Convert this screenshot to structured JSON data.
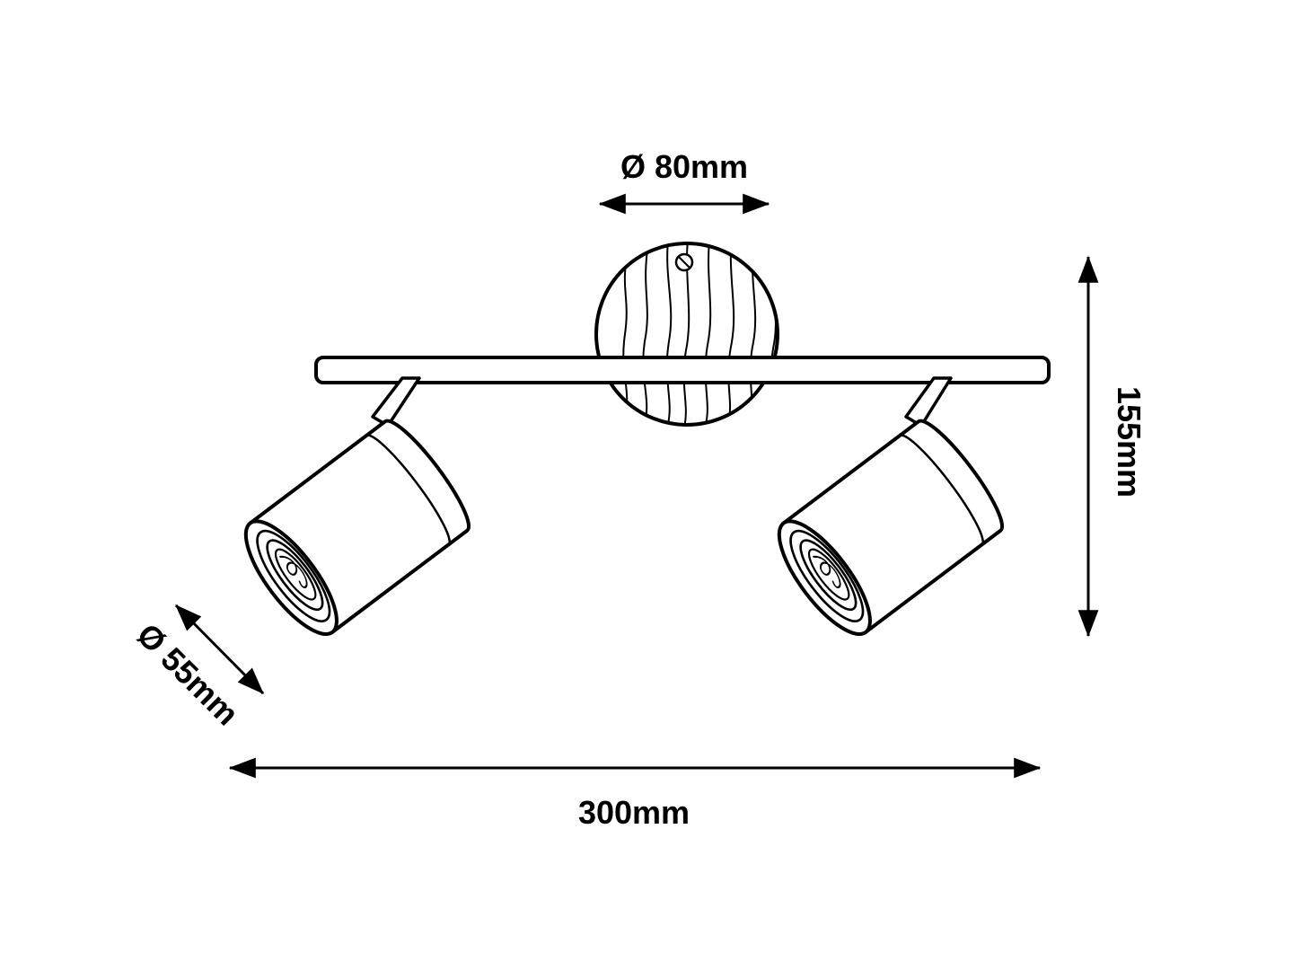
{
  "diagram": {
    "kind": "technical-dimension-drawing",
    "subject": "two-spot-ceiling-light",
    "colors": {
      "line": "#000000",
      "background": "#ffffff"
    },
    "dimensions": {
      "canopy_diameter": {
        "label": "Ø 80mm",
        "value": 80,
        "unit": "mm"
      },
      "height": {
        "label": "155mm",
        "value": 155,
        "unit": "mm"
      },
      "spot_diameter": {
        "label": "Ø 55mm",
        "value": 55,
        "unit": "mm"
      },
      "overall_width": {
        "label": "300mm",
        "value": 300,
        "unit": "mm"
      }
    }
  }
}
